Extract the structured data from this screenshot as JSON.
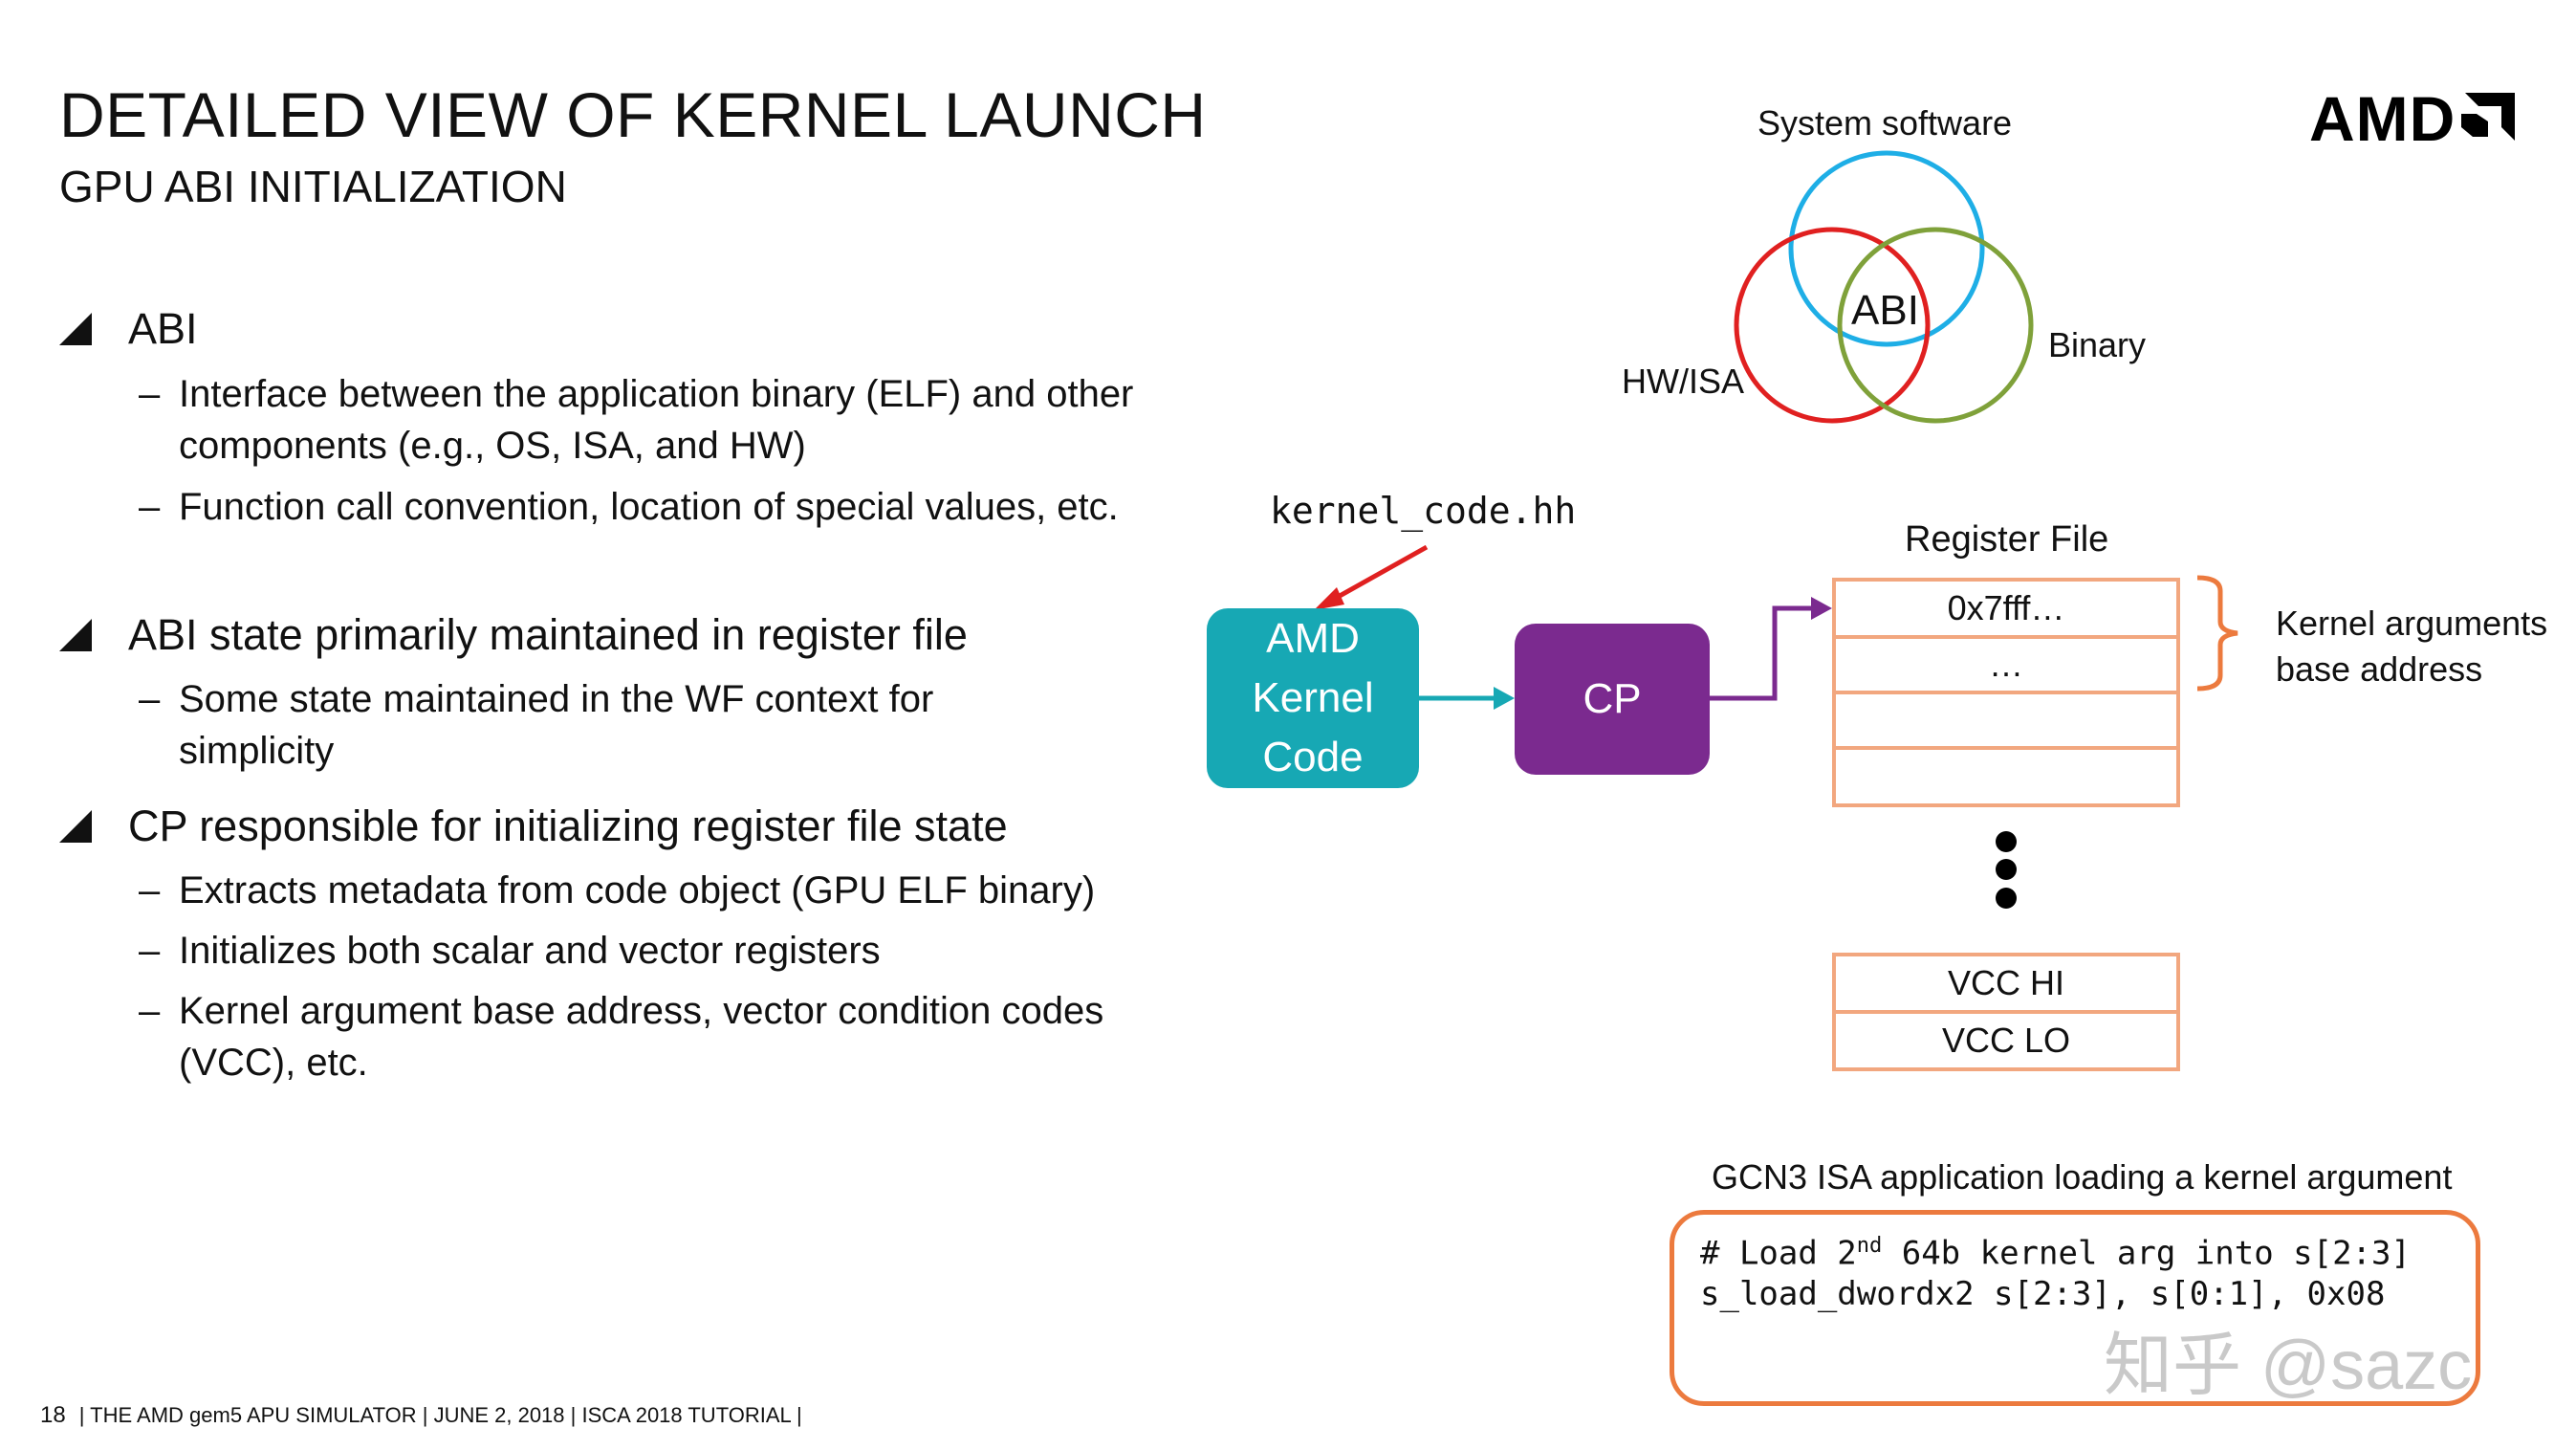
{
  "slide": {
    "title": "DETAILED VIEW OF KERNEL LAUNCH",
    "subtitle": "GPU ABI INITIALIZATION",
    "logo_text": "AMD"
  },
  "bullets": [
    {
      "text": "ABI",
      "subs": [
        "Interface between the application binary (ELF) and other components (e.g., OS, ISA, and HW)",
        "Function call convention, location of special values, etc."
      ]
    },
    {
      "text": "ABI state primarily maintained in register file",
      "subs": [
        "Some state maintained in the WF context for simplicity"
      ]
    },
    {
      "text": "CP responsible for initializing register file state",
      "subs": [
        "Extracts metadata from code object (GPU ELF binary)",
        "Initializes both scalar and vector registers",
        "Kernel argument base address, vector condition codes (VCC), etc."
      ]
    }
  ],
  "venn": {
    "system_software": "System software",
    "hw_isa": "HW/ISA",
    "binary": "Binary",
    "center": "ABI",
    "colors": {
      "system_software": "#1eaee6",
      "hw_isa": "#e02020",
      "binary": "#7fa13a"
    }
  },
  "flow": {
    "file_label": "kernel_code.hh",
    "amd_box_lines": [
      "AMD",
      "Kernel",
      "Code"
    ],
    "cp_box": "CP",
    "colors": {
      "amd_box": "#17a8b4",
      "cp_box": "#7b2a8f",
      "arrow_file": "#e02020",
      "arrow_amd_cp": "#17a8b4",
      "arrow_cp_reg": "#7b2a8f"
    }
  },
  "register_file": {
    "title": "Register File",
    "rows": [
      "0x7fff…",
      "…",
      "",
      ""
    ],
    "ellipsis": "•",
    "bottom_rows": [
      "VCC HI",
      "VCC LO"
    ],
    "brace_label_lines": [
      "Kernel arguments",
      "base address"
    ],
    "colors": {
      "border": "#f2a77f",
      "brace": "#ec7a3e"
    }
  },
  "code_example": {
    "title": "GCN3 ISA application loading a kernel argument",
    "line1_prefix": "# Load 2",
    "line1_sup": "nd",
    "line1_suffix": " 64b kernel arg into s[2:3]",
    "line2": "s_load_dwordx2 s[2:3], s[0:1], 0x08",
    "border_color": "#ec7a3e"
  },
  "footer": {
    "page": "18",
    "text": "|  THE AMD gem5 APU SIMULATOR   |   JUNE 2, 2018   |   ISCA 2018 TUTORIAL   |"
  },
  "watermark": "知乎 @sazc"
}
